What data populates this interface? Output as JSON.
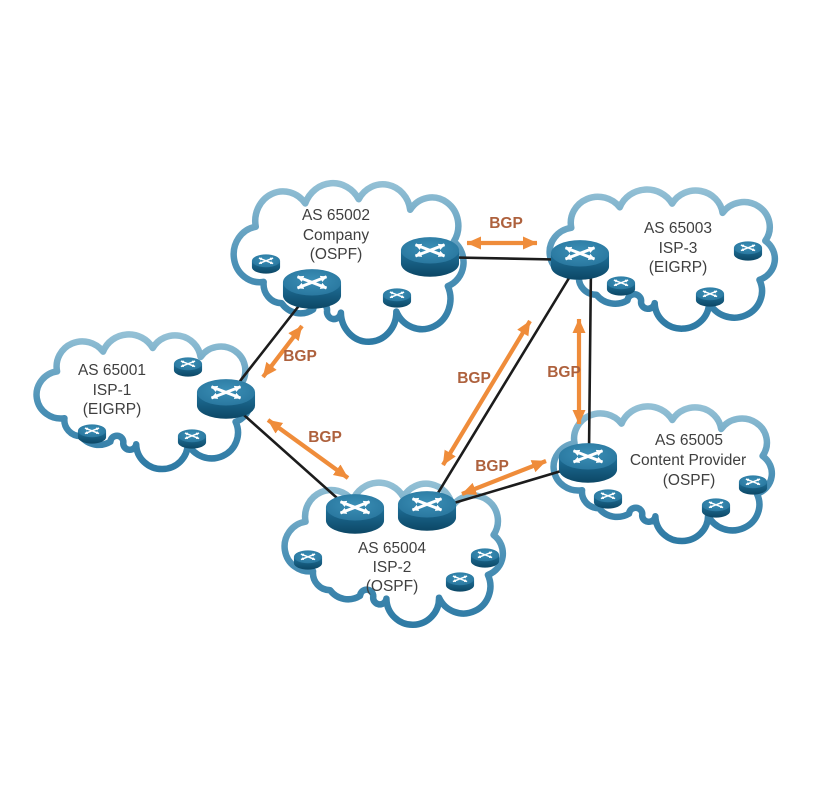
{
  "autonomous_systems": [
    {
      "id": "as65001",
      "name": "AS 65001",
      "description": "ISP-1",
      "protocol": "(EIGRP)",
      "edge_routers": 1,
      "internal_routers": 3
    },
    {
      "id": "as65002",
      "name": "AS 65002",
      "description": "Company",
      "protocol": "(OSPF)",
      "edge_routers": 2,
      "internal_routers": 2
    },
    {
      "id": "as65003",
      "name": "AS 65003",
      "description": "ISP-3",
      "protocol": "(EIGRP)",
      "edge_routers": 1,
      "internal_routers": 3
    },
    {
      "id": "as65004",
      "name": "AS 65004",
      "description": "ISP-2",
      "protocol": "(OSPF)",
      "edge_routers": 2,
      "internal_routers": 3
    },
    {
      "id": "as65005",
      "name": "AS 65005",
      "description": "Content Provider",
      "protocol": "(OSPF)",
      "edge_routers": 1,
      "internal_routers": 3
    }
  ],
  "bgp_peerings": [
    {
      "label": "BGP",
      "between": [
        "AS 65002",
        "AS 65003"
      ]
    },
    {
      "label": "BGP",
      "between": [
        "AS 65001",
        "AS 65002"
      ]
    },
    {
      "label": "BGP",
      "between": [
        "AS 65001",
        "AS 65004"
      ]
    },
    {
      "label": "BGP",
      "between": [
        "AS 65003",
        "AS 65004"
      ]
    },
    {
      "label": "BGP",
      "between": [
        "AS 65003",
        "AS 65005"
      ]
    },
    {
      "label": "BGP",
      "between": [
        "AS 65004",
        "AS 65005"
      ]
    }
  ],
  "physical_links": [
    [
      "AS 65002",
      "AS 65003"
    ],
    [
      "AS 65001",
      "AS 65002"
    ],
    [
      "AS 65001",
      "AS 65004"
    ],
    [
      "AS 65003",
      "AS 65004"
    ],
    [
      "AS 65003",
      "AS 65005"
    ],
    [
      "AS 65004",
      "AS 65005"
    ]
  ],
  "icons": {
    "router": "cisco-router-cylinder-with-crossed-arrows",
    "cloud": "network-cloud-outline"
  },
  "colors": {
    "background": "#ffffff",
    "cloud_stroke_light": "#93c0d5",
    "cloud_stroke_mid": "#4d92b7",
    "cloud_stroke_dark": "#2e7aa4",
    "router_top": "#2e7fa7",
    "router_body_light": "#20719a",
    "router_body_dark": "#0c4765",
    "link": "#1c1c1c",
    "bgp_arrow": "#ef8c3a",
    "bgp_label_text": "#ae613d",
    "as_label_text": "#3f3f3f"
  }
}
